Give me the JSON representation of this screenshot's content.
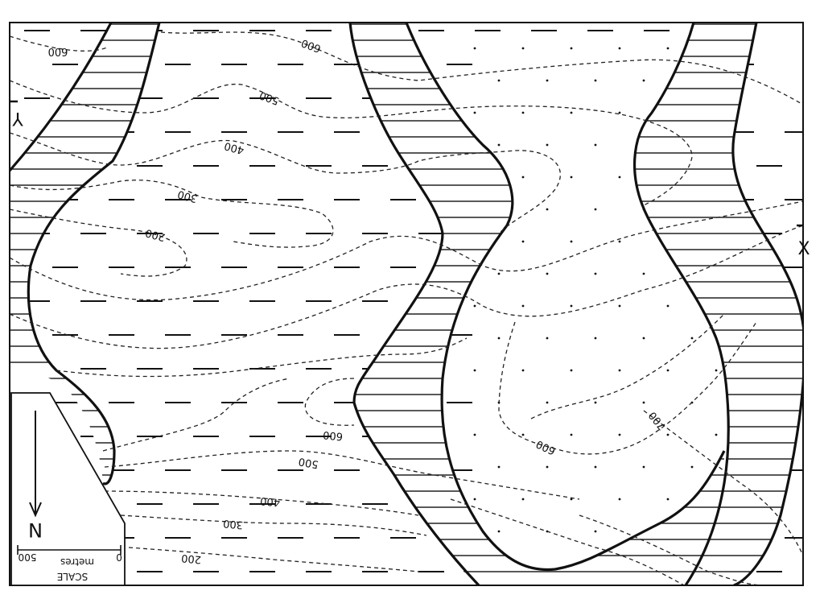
{
  "map": {
    "point_labels": {
      "x": "X",
      "y": "Y"
    },
    "contour_labels": [
      {
        "id": "c600a",
        "text": "600"
      },
      {
        "id": "c600b",
        "text": "600"
      },
      {
        "id": "c500a",
        "text": "500"
      },
      {
        "id": "c400a",
        "text": "400"
      },
      {
        "id": "c300a",
        "text": "300"
      },
      {
        "id": "c200a",
        "text": "200"
      },
      {
        "id": "c600c",
        "text": "600"
      },
      {
        "id": "c700a",
        "text": "700"
      },
      {
        "id": "c600d",
        "text": "600"
      },
      {
        "id": "c500b",
        "text": "500"
      },
      {
        "id": "c400b",
        "text": "400"
      },
      {
        "id": "c300b",
        "text": "300"
      },
      {
        "id": "c200b",
        "text": "200"
      }
    ]
  },
  "legend": {
    "north": "N",
    "scale_title": "SCALE",
    "scale_unit": "metres",
    "scale_start": "0",
    "scale_end": "500"
  }
}
